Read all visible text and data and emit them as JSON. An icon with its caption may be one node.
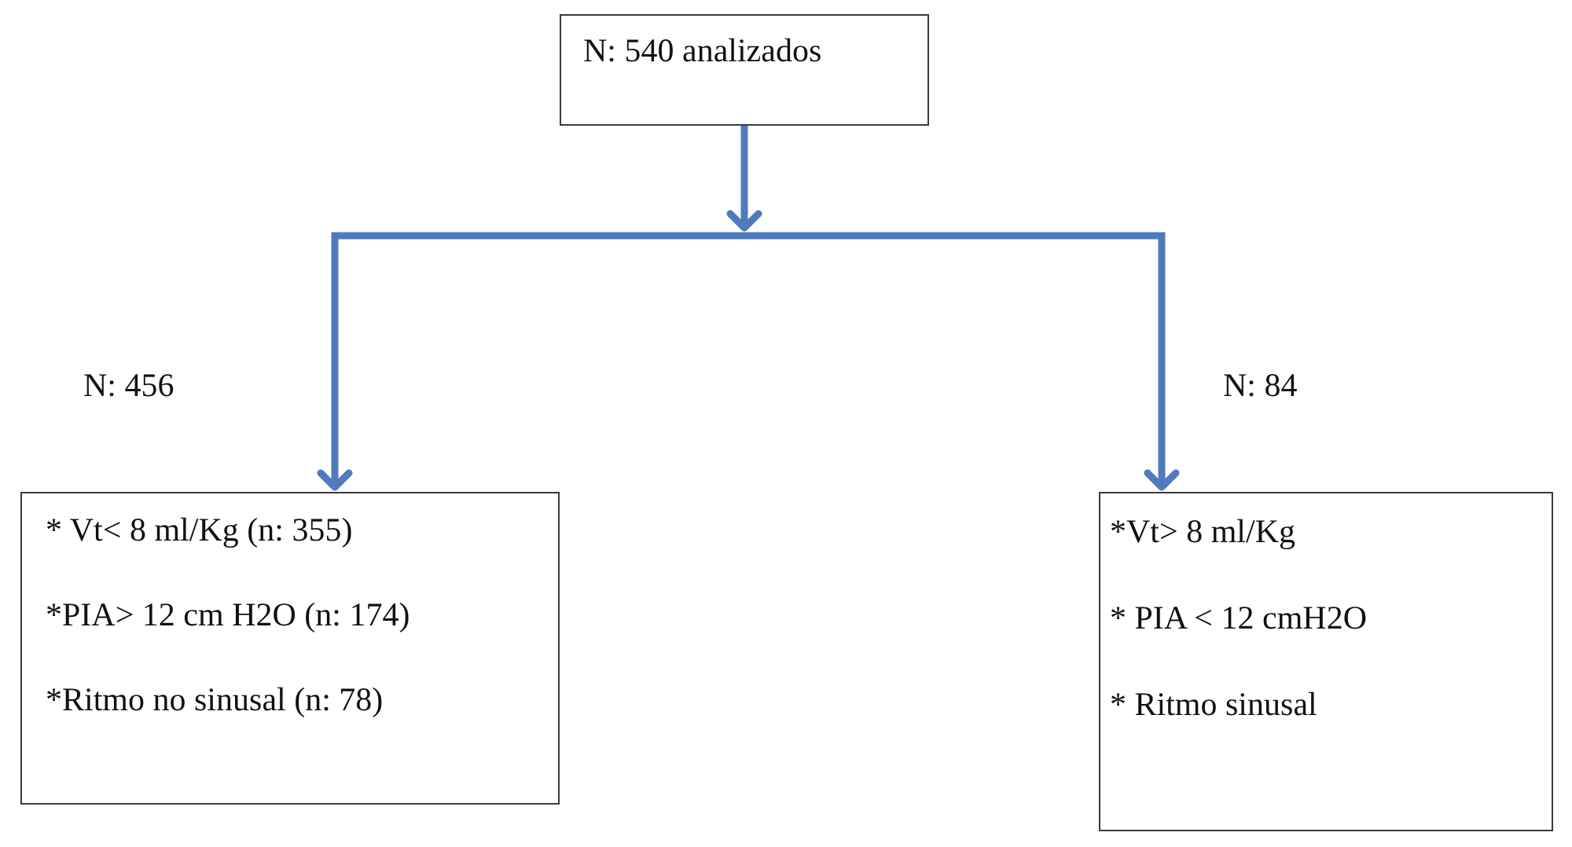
{
  "diagram": {
    "nodes": [
      {
        "text": [
          "N: 540 analizados"
        ]
      },
      {
        "text": [
          "* Vt< 8 ml/Kg (n: 355)",
          "*PIA> 12 cm H2O (n: 174)",
          "*Ritmo no sinusal (n: 78)"
        ]
      },
      {
        "text": [
          "*Vt> 8 ml/Kg",
          "* PIA < 12 cmH2O",
          "* Ritmo sinusal"
        ]
      }
    ],
    "edges": [
      {
        "from": 0,
        "to": 1,
        "arrow": "to",
        "label": "N: 456"
      },
      {
        "from": 0,
        "to": 2,
        "arrow": "to",
        "label": "N: 84"
      }
    ]
  }
}
